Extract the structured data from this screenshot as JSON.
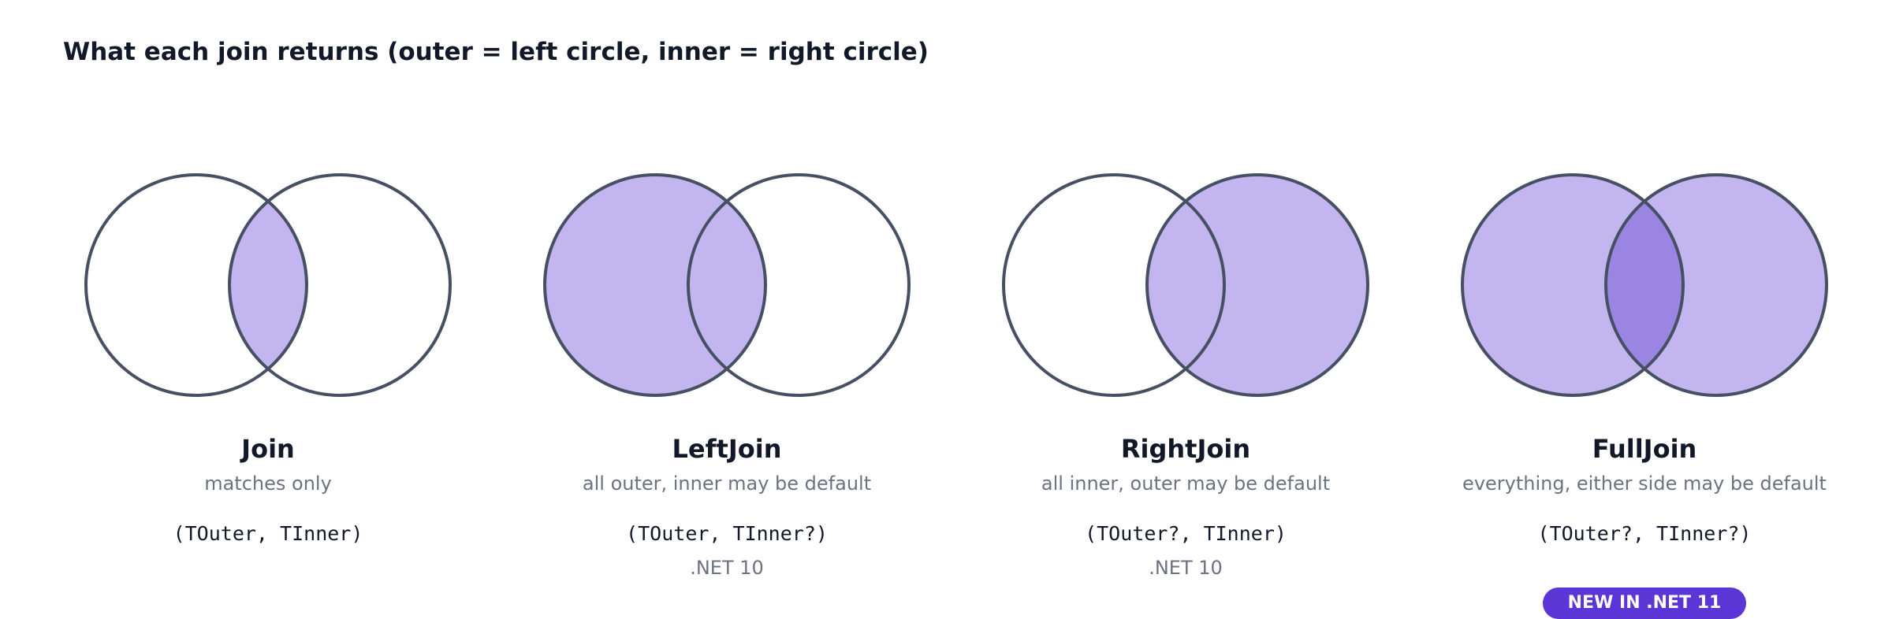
{
  "page": {
    "title": "What each join returns (outer = left circle, inner = right circle)"
  },
  "colors": {
    "circle_stroke": "#475063",
    "fill": "#c3b5f0",
    "overlap_fill": "#9a85e3",
    "badge_bg": "#5b35d5"
  },
  "panels": [
    {
      "name": "Join",
      "description": "matches only",
      "signature": "(TOuter, TInner)",
      "version": "",
      "badge": "",
      "highlight": {
        "outer_only": false,
        "intersection": true,
        "inner_only": false,
        "overlap_emphasis": false
      }
    },
    {
      "name": "LeftJoin",
      "description": "all outer, inner may be default",
      "signature": "(TOuter, TInner?)",
      "version": ".NET 10",
      "badge": "",
      "highlight": {
        "outer_only": true,
        "intersection": true,
        "inner_only": false,
        "overlap_emphasis": false
      }
    },
    {
      "name": "RightJoin",
      "description": "all inner, outer may be default",
      "signature": "(TOuter?, TInner)",
      "version": ".NET 10",
      "badge": "",
      "highlight": {
        "outer_only": false,
        "intersection": true,
        "inner_only": true,
        "overlap_emphasis": false
      }
    },
    {
      "name": "FullJoin",
      "description": "everything, either side may be default",
      "signature": "(TOuter?, TInner?)",
      "version": "",
      "badge": "NEW IN .NET 11",
      "highlight": {
        "outer_only": true,
        "intersection": true,
        "inner_only": true,
        "overlap_emphasis": true
      }
    }
  ]
}
